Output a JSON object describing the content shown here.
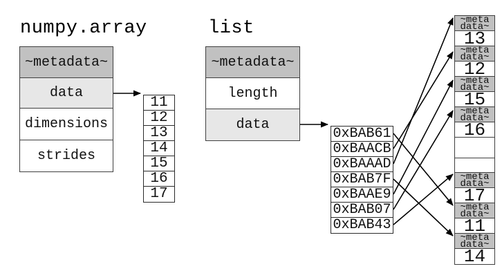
{
  "colors": {
    "background": "#ffffff",
    "metadata_gray": "#c1c1c1",
    "highlight_gray": "#e7e7e7",
    "border": "#3f3f3f",
    "arrow": "#000000"
  },
  "numpy": {
    "title": "numpy.array",
    "rows": [
      {
        "label": "~metadata~"
      },
      {
        "label": "data"
      },
      {
        "label": "dimensions"
      },
      {
        "label": "strides"
      }
    ],
    "buffer": {
      "values": [
        "11",
        "12",
        "13",
        "14",
        "15",
        "16",
        "17"
      ]
    }
  },
  "list": {
    "title": "list",
    "rows": [
      {
        "label": "~metadata~"
      },
      {
        "label": "length"
      },
      {
        "label": "data"
      }
    ],
    "pointers": {
      "addresses": [
        "0xBAB61",
        "0xBAACB",
        "0xBAAAD",
        "0xBAB7F",
        "0xBAAE9",
        "0xBAB07",
        "0xBAB43"
      ]
    }
  },
  "heap": {
    "cells": [
      {
        "kind": "meta-header",
        "text": "~meta\ndata~"
      },
      {
        "kind": "value",
        "text": "13"
      },
      {
        "kind": "meta-header",
        "text": "~meta\ndata~"
      },
      {
        "kind": "value",
        "text": "12"
      },
      {
        "kind": "meta-header",
        "text": "~meta\ndata~"
      },
      {
        "kind": "value",
        "text": "15"
      },
      {
        "kind": "meta-header",
        "text": "~meta\ndata~"
      },
      {
        "kind": "value",
        "text": "16"
      },
      {
        "kind": "empty",
        "text": ""
      },
      {
        "kind": "empty",
        "text": ""
      },
      {
        "kind": "meta-header",
        "text": "~meta\ndata~"
      },
      {
        "kind": "value",
        "text": "17"
      },
      {
        "kind": "meta-header",
        "text": "~meta\ndata~"
      },
      {
        "kind": "value",
        "text": "11"
      },
      {
        "kind": "meta-header",
        "text": "~meta\ndata~"
      },
      {
        "kind": "value",
        "text": "14"
      }
    ]
  },
  "pointer_map": [
    {
      "address": "0xBAB61",
      "points_to": "11"
    },
    {
      "address": "0xBAACB",
      "points_to": "12"
    },
    {
      "address": "0xBAAAD",
      "points_to": "13"
    },
    {
      "address": "0xBAB7F",
      "points_to": "14"
    },
    {
      "address": "0xBAAE9",
      "points_to": "15"
    },
    {
      "address": "0xBAB07",
      "points_to": "16"
    },
    {
      "address": "0xBAB43",
      "points_to": "17"
    }
  ]
}
